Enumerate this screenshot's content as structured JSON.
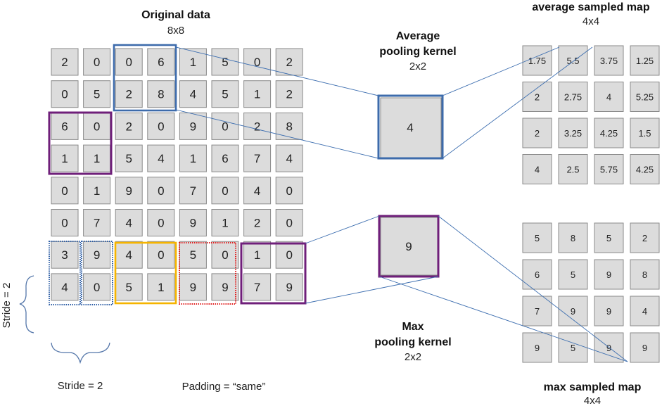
{
  "original": {
    "title": "Original data",
    "size": "8x8",
    "grid": [
      [
        "2",
        "0",
        "0",
        "6",
        "1",
        "5",
        "0",
        "2"
      ],
      [
        "0",
        "5",
        "2",
        "8",
        "4",
        "5",
        "1",
        "2"
      ],
      [
        "6",
        "0",
        "2",
        "0",
        "9",
        "0",
        "2",
        "8"
      ],
      [
        "1",
        "1",
        "5",
        "4",
        "1",
        "6",
        "7",
        "4"
      ],
      [
        "0",
        "1",
        "9",
        "0",
        "7",
        "0",
        "4",
        "0"
      ],
      [
        "0",
        "7",
        "4",
        "0",
        "9",
        "1",
        "2",
        "0"
      ],
      [
        "3",
        "9",
        "4",
        "0",
        "5",
        "0",
        "1",
        "0"
      ],
      [
        "4",
        "0",
        "5",
        "1",
        "9",
        "9",
        "7",
        "9"
      ]
    ]
  },
  "avg_kernel": {
    "title_line1": "Average",
    "title_line2": "pooling kernel",
    "size": "2x2",
    "value": "4"
  },
  "max_kernel": {
    "title_line1": "Max",
    "title_line2": "pooling kernel",
    "size": "2x2",
    "value": "9"
  },
  "avg_map": {
    "title": "average sampled map",
    "size": "4x4",
    "grid": [
      [
        "1.75",
        "5.5",
        "3.75",
        "1.25"
      ],
      [
        "2",
        "2.75",
        "4",
        "5.25"
      ],
      [
        "2",
        "3.25",
        "4.25",
        "1.5"
      ],
      [
        "4",
        "2.5",
        "5.75",
        "4.25"
      ]
    ]
  },
  "max_map": {
    "title": "max sampled map",
    "size": "4x4",
    "grid": [
      [
        "5",
        "8",
        "5",
        "2"
      ],
      [
        "6",
        "5",
        "9",
        "8"
      ],
      [
        "7",
        "9",
        "9",
        "4"
      ],
      [
        "9",
        "5",
        "9",
        "9"
      ]
    ]
  },
  "labels": {
    "stride_vertical": "Stride = 2",
    "stride_horizontal": "Stride = 2",
    "padding": "Padding = “same”"
  },
  "colors": {
    "blue": "#3d6bab",
    "purple": "#6f1f7a",
    "orange": "#f5b400",
    "red": "#e02020",
    "dotted_blue": "#2f5fa6",
    "cell_fill": "#dcdcdc",
    "connector": "#3e6fb0"
  }
}
